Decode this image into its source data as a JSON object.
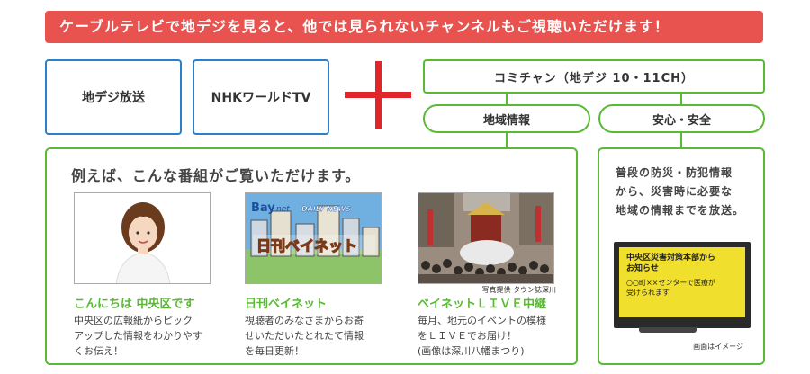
{
  "banner": {
    "text": "ケーブルテレビで地デジを見ると、他では見られないチャンネルもご視聴いただけます！"
  },
  "channels": {
    "terrestrial": "地デジ放送",
    "nhk_world": "NHKワールドTV",
    "community": "コミチャン（地デジ 10・11CH）"
  },
  "tabs": {
    "region": "地域情報",
    "safety": "安心・安全"
  },
  "main": {
    "title": "例えば、こんな番組がご覧いただけます。",
    "programs": [
      {
        "title": "こんにちは 中央区です",
        "desc": "中央区の広報紙からピック\nアップした情報をわかりやす\nくお伝え！"
      },
      {
        "title": "日刊ベイネット",
        "desc": "視聴者のみなさまからお寄\nせいただいたとれたて情報\nを毎日更新！",
        "logo_small": "Bay",
        "logo_net": "net",
        "logo_daily": "DAILY NEWS",
        "logo_big": "日刊ベイネット"
      },
      {
        "title": "ベイネットＬＩＶＥ中継",
        "desc": "毎月、地元のイベントの模様\nをＬＩＶＥでお届け！\n(画像は深川八幡まつり)"
      }
    ],
    "photo_credit": "写真提供 タウン誌深川"
  },
  "safety": {
    "text": "普段の防災・防犯情報\nから、災害時に必要な\n地域の情報までを放送。",
    "tv_headline": "中央区災害対策本部から\nお知らせ",
    "tv_body": "○○町××センターで医療が\n受けられます",
    "tv_note": "画面はイメージ"
  },
  "colors": {
    "banner": "#e8534f",
    "blue_border": "#2f7fc8",
    "green": "#5ab935",
    "plus": "#e0262b",
    "tv_screen": "#f1df2e"
  }
}
